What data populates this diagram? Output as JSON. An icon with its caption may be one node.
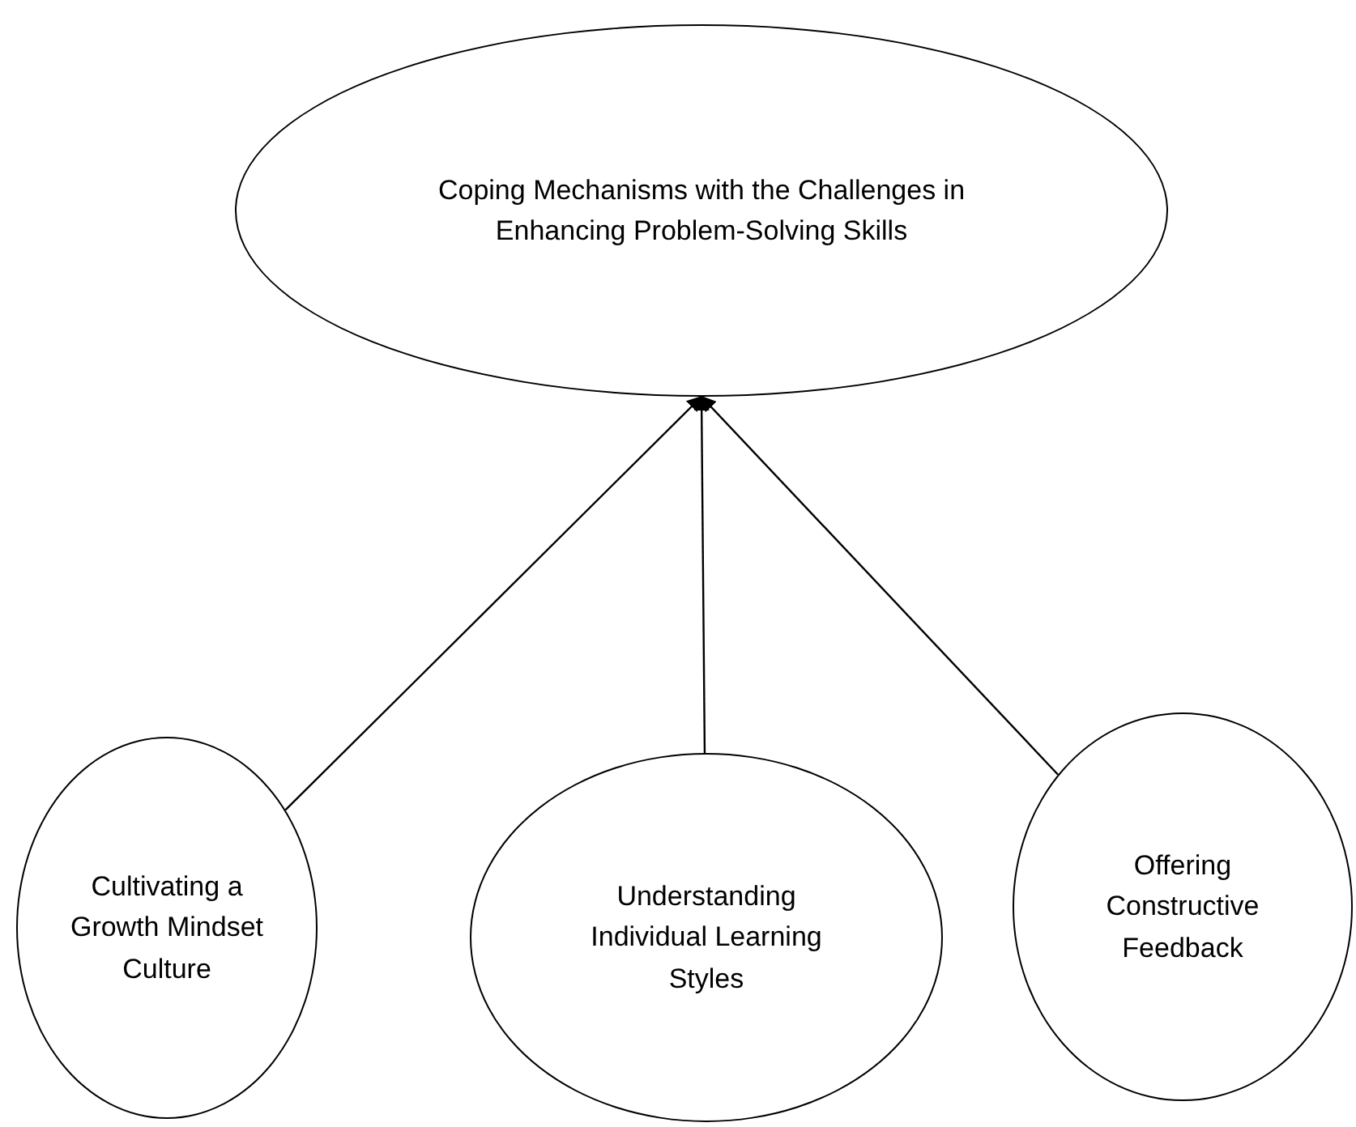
{
  "diagram": {
    "nodes": [
      {
        "text": [
          "Coping Mechanisms with the Challenges in Enhancing Problem-Solving Skills"
        ]
      },
      {
        "text": [
          "Cultivating a Growth Mindset Culture"
        ]
      },
      {
        "text": [
          "Understanding Individual Learning Styles"
        ]
      },
      {
        "text": [
          "Offering Constructive Feedback"
        ]
      }
    ],
    "edges": [
      {
        "from": 1,
        "to": 0,
        "arrow": "to"
      },
      {
        "from": 2,
        "to": 0,
        "arrow": "to"
      },
      {
        "from": 3,
        "to": 0,
        "arrow": "to"
      }
    ]
  }
}
